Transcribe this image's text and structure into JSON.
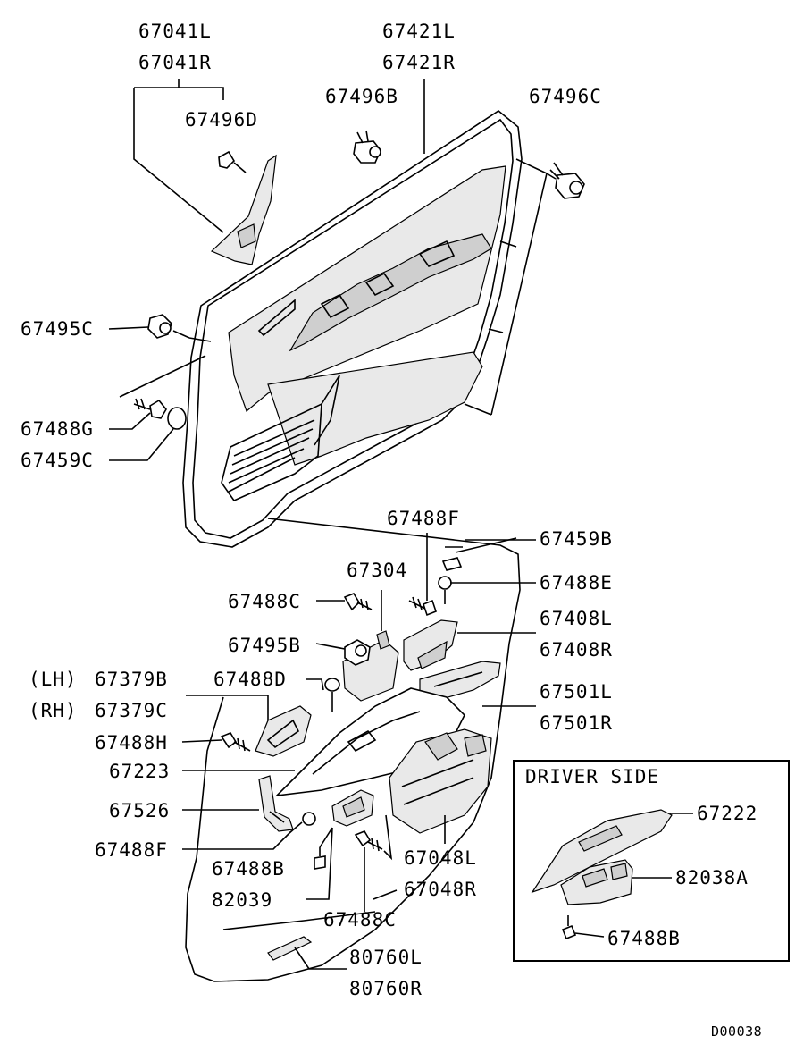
{
  "diagram": {
    "code": "D00038",
    "inset_title": "DRIVER SIDE",
    "labels": {
      "p67041L": "67041L",
      "p67041R": "67041R",
      "p67496D": "67496D",
      "p67421L": "67421L",
      "p67421R": "67421R",
      "p67496B": "67496B",
      "p67496C": "67496C",
      "p67495C": "67495C",
      "p67488G": "67488G",
      "p67459C": "67459C",
      "p67488F_top": "67488F",
      "p67459B": "67459B",
      "p67304": "67304",
      "p67488E": "67488E",
      "p67488C_top": "67488C",
      "p67408L": "67408L",
      "p67408R": "67408R",
      "p67495B": "67495B",
      "lh": "(LH)",
      "p67379B": "67379B",
      "p67488D": "67488D",
      "rh": "(RH)",
      "p67379C": "67379C",
      "p67501L": "67501L",
      "p67501R": "67501R",
      "p67488H": "67488H",
      "p67223": "67223",
      "p67526": "67526",
      "p67488F_bot": "67488F",
      "p67048L": "67048L",
      "p67488B": "67488B",
      "p82039": "82039",
      "p67048R": "67048R",
      "p67488C_bot": "67488C",
      "p80760L": "80760L",
      "p80760R": "80760R",
      "p67222": "67222",
      "p82038A": "82038A",
      "p67488B_inset": "67488B"
    }
  }
}
